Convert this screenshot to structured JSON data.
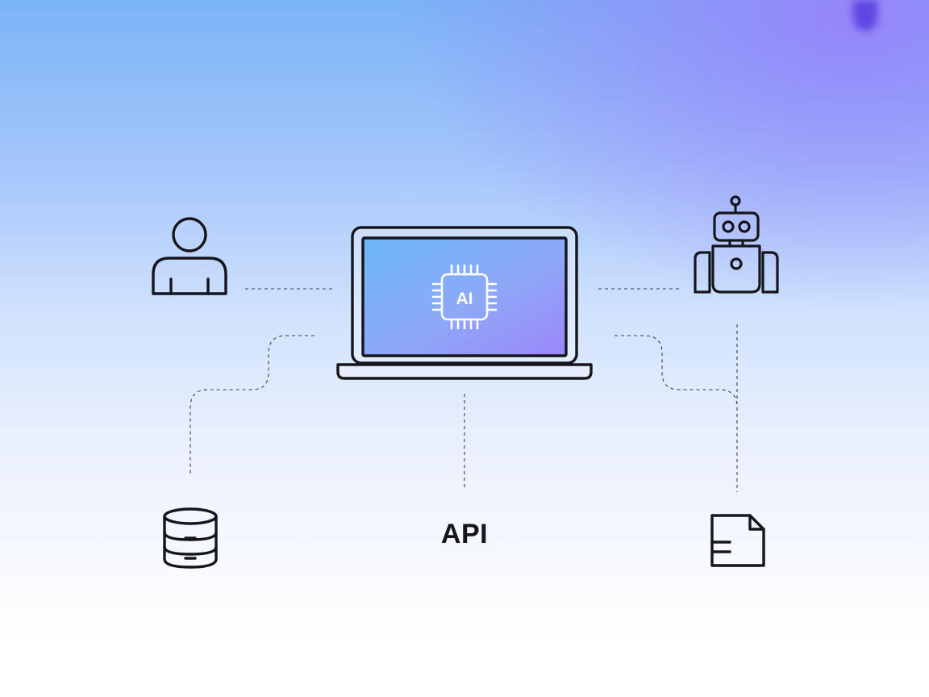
{
  "diagram": {
    "center_node": {
      "type": "laptop",
      "screen_chip_label": "AI",
      "icon": "ai-chip-icon"
    },
    "nodes": [
      {
        "id": "user",
        "icon": "user-icon"
      },
      {
        "id": "robot",
        "icon": "robot-icon"
      },
      {
        "id": "database",
        "icon": "database-icon"
      },
      {
        "id": "api",
        "label": "API"
      },
      {
        "id": "document",
        "icon": "document-icon"
      }
    ],
    "connectors": [
      {
        "from": "user",
        "to": "center_node",
        "style": "dashed"
      },
      {
        "from": "database",
        "to": "center_node",
        "style": "dashed"
      },
      {
        "from": "api",
        "to": "center_node",
        "style": "dashed"
      },
      {
        "from": "robot",
        "to": "center_node",
        "style": "dashed"
      },
      {
        "from": "document",
        "to": "center_node",
        "style": "dashed"
      },
      {
        "from": "robot",
        "to": "document",
        "style": "dashed"
      }
    ]
  },
  "colors": {
    "background_top": "#7ab4f6",
    "background_accent": "#9682fa",
    "background_bottom": "#ffffff",
    "line": "#15151c",
    "screen_gradient_start": "#6cb8f8",
    "screen_gradient_end": "#9b86f8"
  }
}
